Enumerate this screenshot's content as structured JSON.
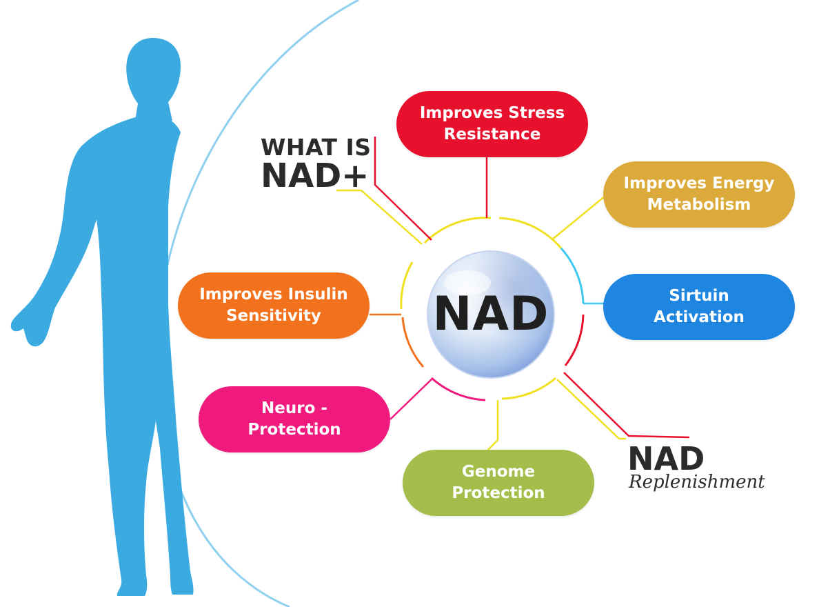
{
  "heading": {
    "line1": "WHAT IS",
    "line2": "NAD+"
  },
  "center": {
    "label": "NAD"
  },
  "replenishment": {
    "line1": "NAD",
    "line2": "Replenishment"
  },
  "benefits": [
    {
      "label": "Improves Stress\nResistance",
      "color": "#e8112d"
    },
    {
      "label": "Improves Energy\nMetabolism",
      "color": "#dcaa3a"
    },
    {
      "label": "Sirtuin\nActivation",
      "color": "#1e86e0"
    },
    {
      "label": "Improves Insulin\nSensitivity",
      "color": "#f2711c"
    },
    {
      "label": "Neuro -\nProtection",
      "color": "#f0197d"
    },
    {
      "label": "Genome\nProtection",
      "color": "#a4bd4b"
    }
  ],
  "colors": {
    "silhouette": "#3aaae0",
    "arc": "#8fd0f0"
  }
}
